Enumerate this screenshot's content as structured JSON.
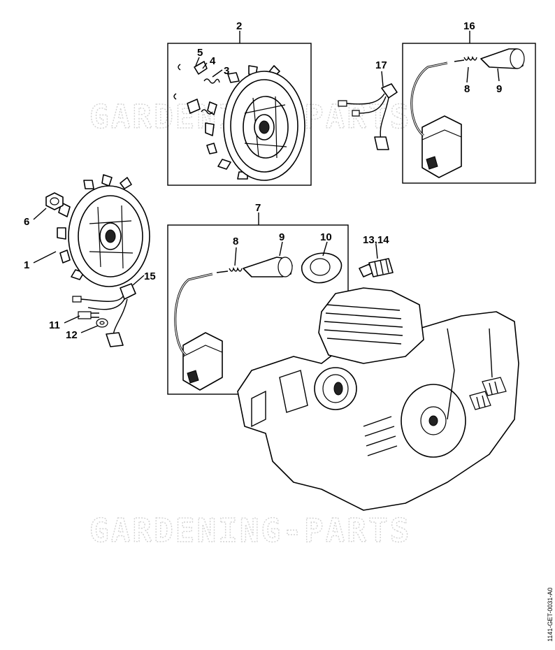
{
  "callouts": {
    "c1": "1",
    "c2": "2",
    "c3": "3",
    "c4": "4",
    "c5": "5",
    "c6": "6",
    "c7": "7",
    "c8a": "8",
    "c8b": "8",
    "c9a": "9",
    "c9b": "9",
    "c10": "10",
    "c11": "11",
    "c12": "12",
    "c13": "13,14",
    "c15": "15",
    "c16": "16",
    "c17": "17"
  },
  "watermark": {
    "top": "GARDENING-PARTS",
    "bottom": "GARDENING-PARTS"
  },
  "document_id": "1141-GET-0031-A0"
}
